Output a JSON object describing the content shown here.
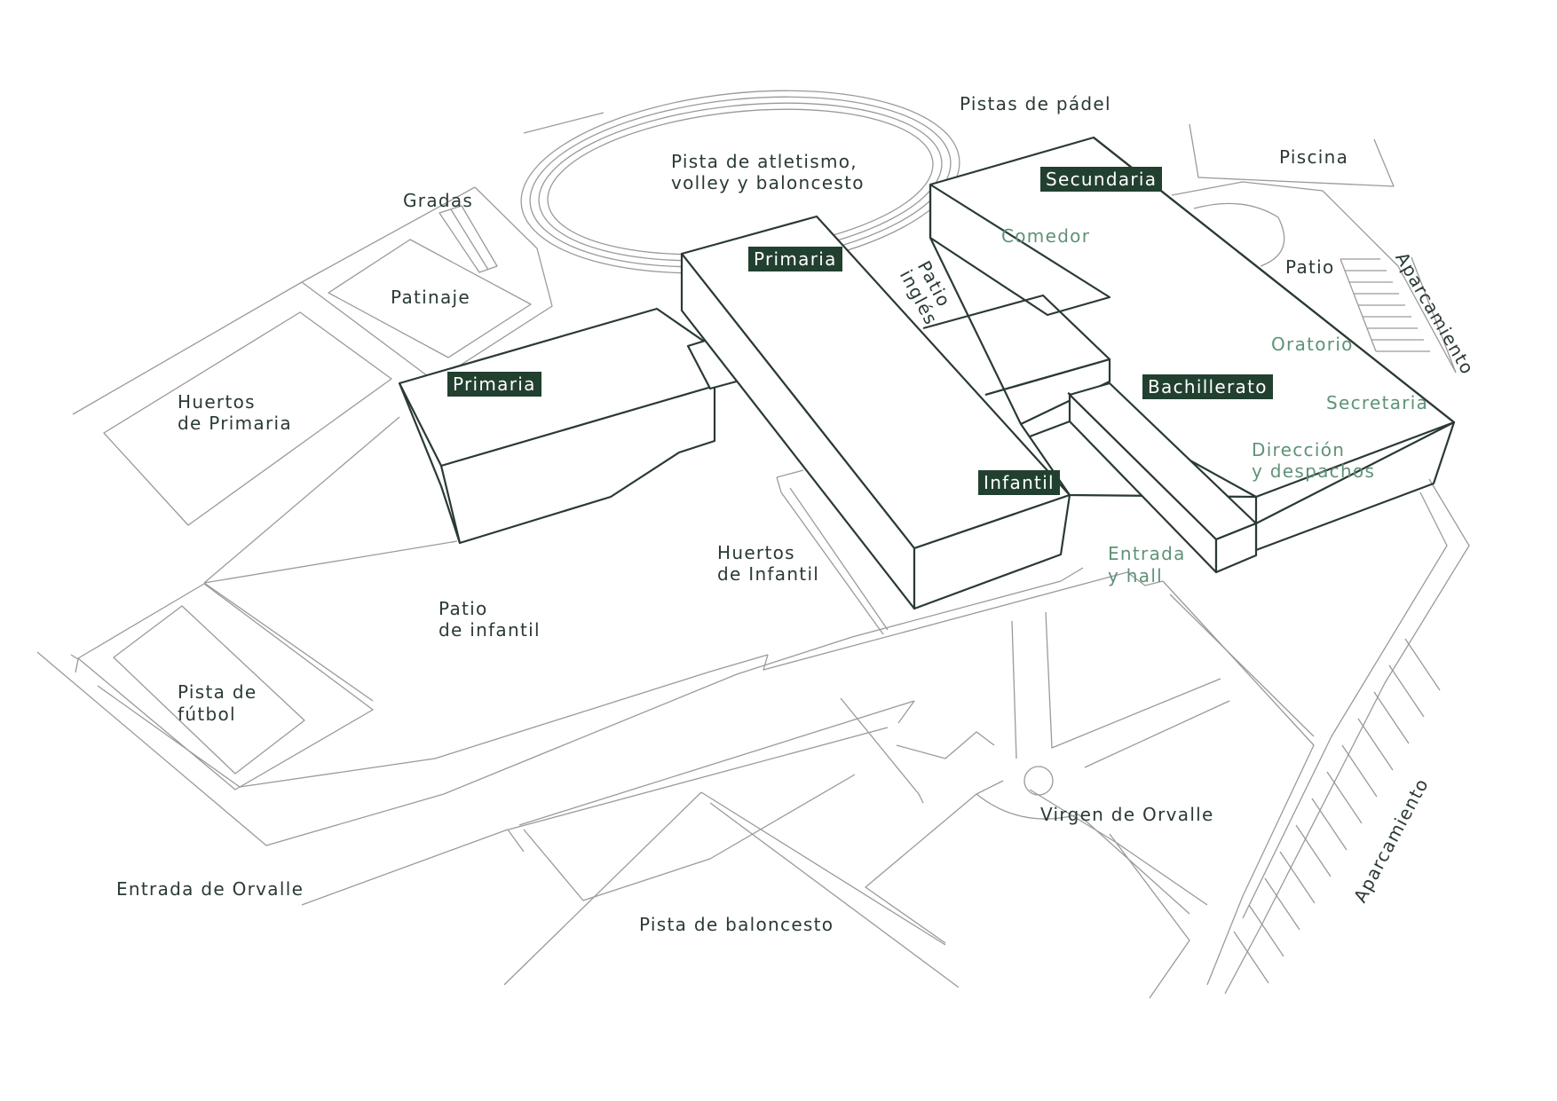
{
  "places": {
    "pistas_padel": "Pistas de pádel",
    "pista_atletismo_1": "Pista de atletismo,",
    "pista_atletismo_2": "volley y baloncesto",
    "gradas": "Gradas",
    "patinaje": "Patinaje",
    "piscina": "Piscina",
    "huertos_primaria_1": "Huertos",
    "huertos_primaria_2": "de Primaria",
    "patio_ingles_1": "Patio",
    "patio_ingles_2": "inglés",
    "patio": "Patio",
    "aparcamiento_top": "Aparcamiento",
    "huertos_infantil_1": "Huertos",
    "huertos_infantil_2": "de Infantil",
    "patio_infantil_1": "Patio",
    "patio_infantil_2": "de infantil",
    "pista_futbol_1": "Pista de",
    "pista_futbol_2": "fútbol",
    "virgen_orvalle": "Virgen de Orvalle",
    "entrada_orvalle": "Entrada de Orvalle",
    "pista_baloncesto": "Pista de baloncesto",
    "aparcamiento_bottom": "Aparcamiento"
  },
  "rooms": {
    "comedor": "Comedor",
    "oratorio": "Oratorio",
    "secretaria": "Secretaria",
    "direccion_1": "Dirección",
    "direccion_2": "y despachos",
    "entrada_hall_1": "Entrada",
    "entrada_hall_2": "y hall"
  },
  "buildings": {
    "secundaria": "Secundaria",
    "primaria_main": "Primaria",
    "primaria_west": "Primaria",
    "bachillerato": "Bachillerato",
    "infantil": "Infantil"
  },
  "colors": {
    "building_tag_bg": "#22402f",
    "building_outline": "#2a3a33",
    "room_label": "#5f9277",
    "ground_line": "#9a9a9a"
  }
}
